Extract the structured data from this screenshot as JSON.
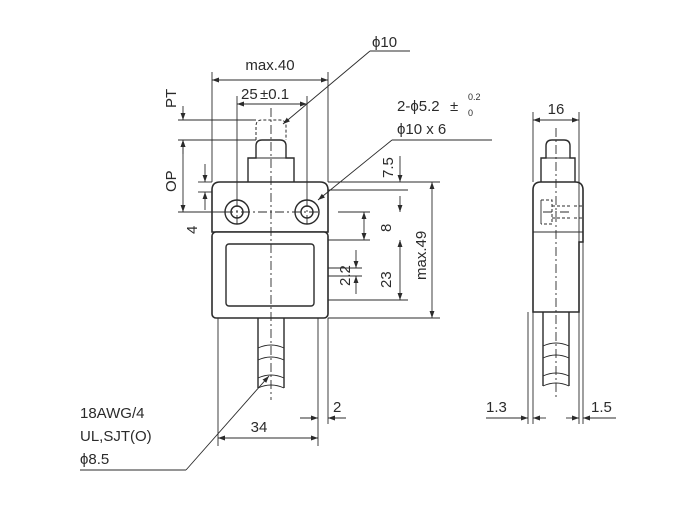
{
  "dimensions": {
    "max_width": "max.40",
    "hole_pitch": "25",
    "hole_pitch_tol": "±0.1",
    "plunger_dia": "ϕ10",
    "holes_prefix": "2-ϕ5.2",
    "holes_tol_sign": "±",
    "holes_tol_upper": "0.2",
    "holes_tol_lower": "0",
    "counterbore": "ϕ10 x 6",
    "pt": "PT",
    "op": "OP",
    "four": "4",
    "seven_five": "7.5",
    "eight": "8",
    "max_height": "max.49",
    "twenty_three": "23",
    "two_two": "2.2",
    "thirty_four": "34",
    "two": "2",
    "side_width": "16",
    "side_left_offset": "1.3",
    "side_right_offset": "1.5"
  },
  "cable": {
    "line1": "18AWG/4",
    "line2": "UL,SJT(O)",
    "line3": "ϕ8.5"
  }
}
